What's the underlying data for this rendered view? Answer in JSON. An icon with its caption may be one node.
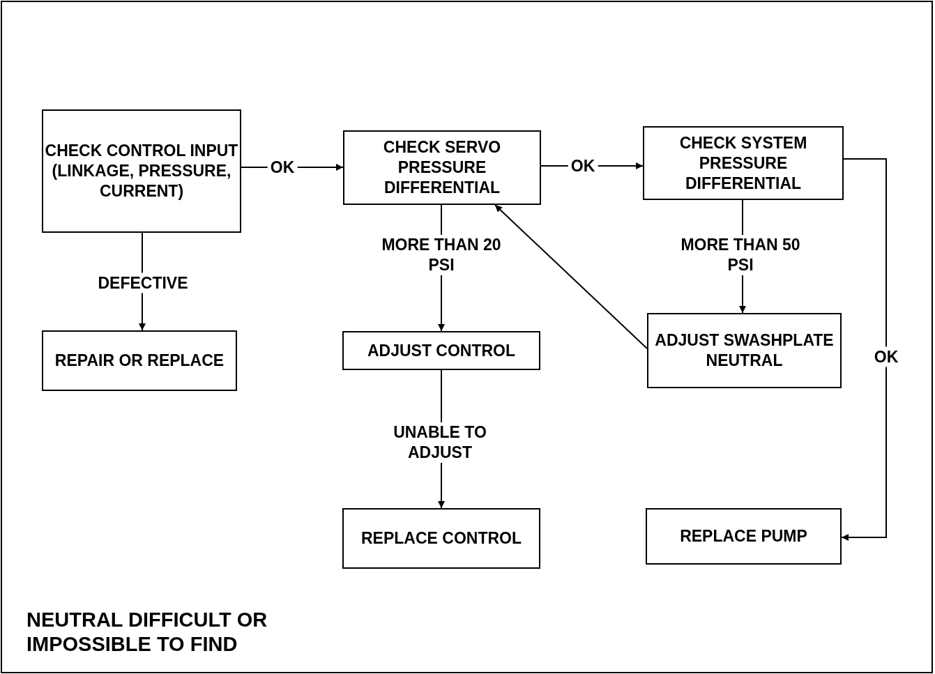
{
  "diagram": {
    "title": "NEUTRAL DIFFICULT OR IMPOSSIBLE TO FIND",
    "nodes": [
      {
        "text": [
          "CHECK CONTROL INPUT (LINKAGE, PRESSURE, CURRENT)"
        ]
      },
      {
        "text": [
          "CHECK SERVO PRESSURE DIFFERENTIAL"
        ]
      },
      {
        "text": [
          "CHECK SYSTEM PRESSURE DIFFERENTIAL"
        ]
      },
      {
        "text": [
          "REPAIR OR REPLACE"
        ]
      },
      {
        "text": [
          "ADJUST CONTROL"
        ]
      },
      {
        "text": [
          "ADJUST SWASHPLATE NEUTRAL"
        ]
      },
      {
        "text": [
          "REPLACE CONTROL"
        ]
      },
      {
        "text": [
          "REPLACE PUMP"
        ]
      }
    ],
    "edges": [
      {
        "from": 0,
        "to": 1,
        "arrow": "to",
        "label": "OK"
      },
      {
        "from": 1,
        "to": 2,
        "arrow": "to",
        "label": "OK"
      },
      {
        "from": 0,
        "to": 3,
        "arrow": "to",
        "label": "DEFECTIVE"
      },
      {
        "from": 1,
        "to": 4,
        "arrow": "to",
        "label": "MORE THAN 20 PSI"
      },
      {
        "from": 4,
        "to": 6,
        "arrow": "to",
        "label": "UNABLE TO ADJUST"
      },
      {
        "from": 2,
        "to": 5,
        "arrow": "to",
        "label": "MORE THAN 50 PSI"
      },
      {
        "from": 5,
        "to": 1,
        "arrow": "to"
      },
      {
        "from": 2,
        "to": 7,
        "arrow": "to",
        "label": "OK"
      }
    ]
  }
}
